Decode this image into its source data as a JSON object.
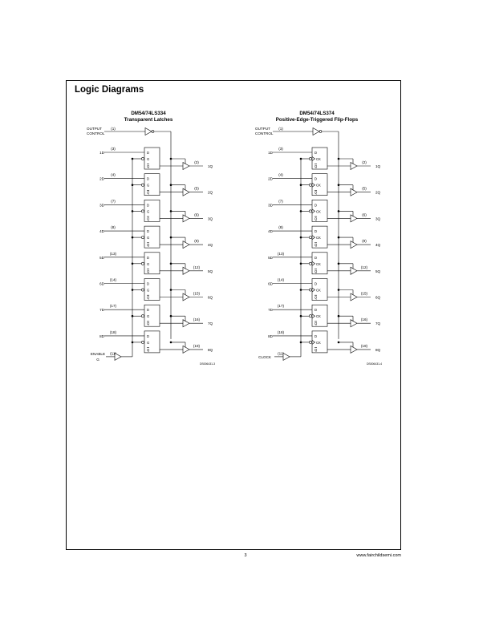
{
  "section_title": "Logic Diagrams",
  "page_number": "3",
  "website": "www.fairchildsemi.com",
  "diagrams": [
    {
      "id": "ls334",
      "title": "DM54/74LS334",
      "subtitle": "Transparent Latches",
      "output_control_label": [
        "OUTPUT",
        "CONTROL"
      ],
      "output_control_pin": "(1)",
      "control_label": [
        "ENABLE",
        "G"
      ],
      "control_pin": "(11)",
      "cell_labels": [
        "D",
        "G",
        "Q"
      ],
      "clocked": false,
      "figure_code": "DS006431-3",
      "inputs": [
        "1D",
        "2D",
        "3D",
        "4D",
        "5D",
        "6D",
        "7D",
        "8D"
      ],
      "input_pins": [
        "(3)",
        "(4)",
        "(7)",
        "(8)",
        "(13)",
        "(14)",
        "(17)",
        "(18)"
      ],
      "outputs": [
        "1Q",
        "2Q",
        "3Q",
        "4Q",
        "5Q",
        "6Q",
        "7Q",
        "8Q"
      ],
      "output_pins": [
        "(2)",
        "(5)",
        "(6)",
        "(9)",
        "(12)",
        "(15)",
        "(16)",
        "(19)"
      ]
    },
    {
      "id": "ls374",
      "title": "DM54/74LS374",
      "subtitle": "Positive-Edge-Triggered Flip-Flops",
      "output_control_label": [
        "OUTPUT",
        "CONTROL"
      ],
      "output_control_pin": "(1)",
      "control_label": [
        "CLOCK"
      ],
      "control_pin": "(11)",
      "cell_labels": [
        "D",
        "CK",
        "Q"
      ],
      "clocked": true,
      "figure_code": "DS006431-4",
      "inputs": [
        "1D",
        "2D",
        "3D",
        "4D",
        "5D",
        "6D",
        "7D",
        "8D"
      ],
      "input_pins": [
        "(3)",
        "(4)",
        "(7)",
        "(8)",
        "(13)",
        "(14)",
        "(17)",
        "(18)"
      ],
      "outputs": [
        "1Q",
        "2Q",
        "3Q",
        "4Q",
        "5Q",
        "6Q",
        "7Q",
        "8Q"
      ],
      "output_pins": [
        "(2)",
        "(5)",
        "(6)",
        "(9)",
        "(12)",
        "(15)",
        "(16)",
        "(19)"
      ]
    }
  ]
}
